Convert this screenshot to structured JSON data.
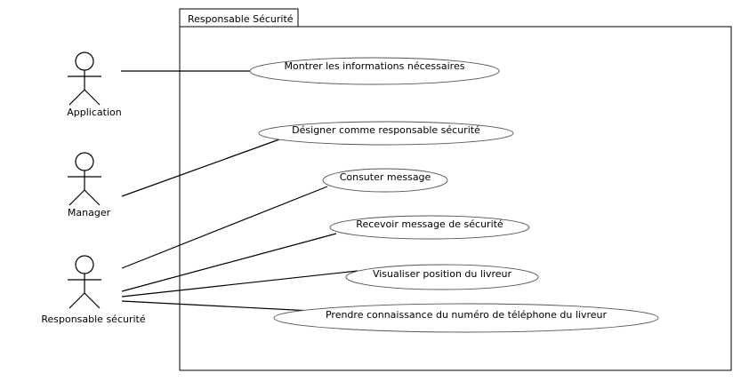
{
  "system": {
    "name": "Responsable Sécurité"
  },
  "actors": [
    {
      "name": "Application"
    },
    {
      "name": "Manager"
    },
    {
      "name": "Responsable sécurité"
    }
  ],
  "use_cases": [
    {
      "label": "Montrer les informations nécessaires"
    },
    {
      "label": "Désigner comme responsable sécurité"
    },
    {
      "label": "Consuter message"
    },
    {
      "label": "Recevoir message de sécurité"
    },
    {
      "label": "Visualiser position du livreur"
    },
    {
      "label": "Prendre connaissance du numéro de téléphone du livreur"
    }
  ],
  "associations": [
    {
      "actor": "Application",
      "use_case": "Montrer les informations nécessaires"
    },
    {
      "actor": "Manager",
      "use_case": "Désigner comme responsable sécurité"
    },
    {
      "actor": "Responsable sécurité",
      "use_case": "Consuter message"
    },
    {
      "actor": "Responsable sécurité",
      "use_case": "Recevoir message de sécurité"
    },
    {
      "actor": "Responsable sécurité",
      "use_case": "Visualiser position du livreur"
    },
    {
      "actor": "Responsable sécurité",
      "use_case": "Prendre connaissance du numéro de téléphone du livreur"
    }
  ]
}
